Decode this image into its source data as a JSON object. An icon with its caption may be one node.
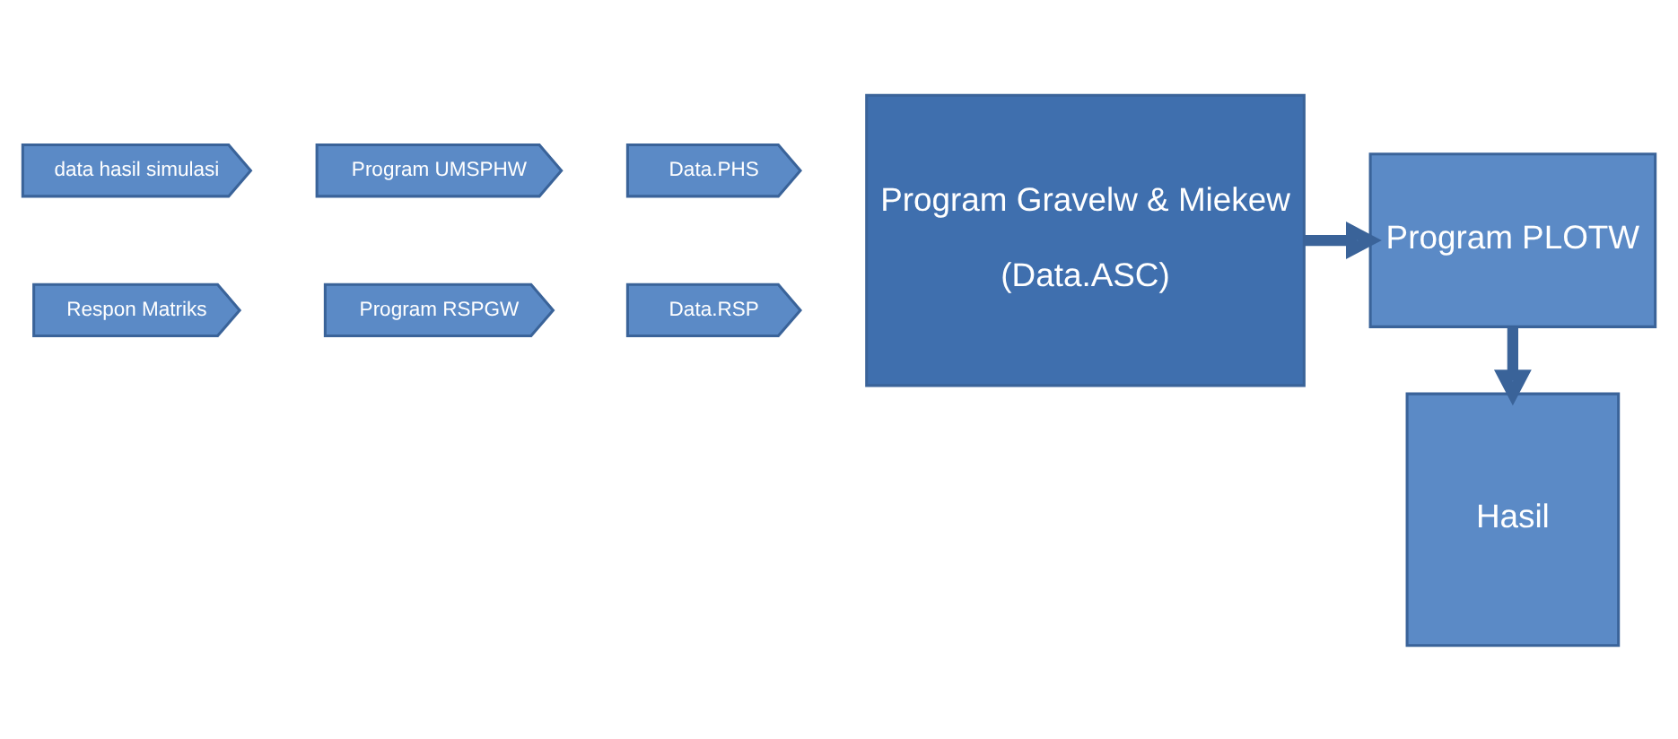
{
  "diagram": {
    "nodes": [
      {
        "text": [
          "data hasil simulasi"
        ]
      },
      {
        "text": [
          "Program UMSPHW"
        ]
      },
      {
        "text": [
          "Data.PHS"
        ]
      },
      {
        "text": [
          "Respon Matriks"
        ]
      },
      {
        "text": [
          "Program RSPGW"
        ]
      },
      {
        "text": [
          "Data.RSP"
        ]
      },
      {
        "text": [
          "Program Gravelw & Miekew",
          "(Data.ASC)"
        ]
      },
      {
        "text": [
          "Program PLOTW"
        ]
      },
      {
        "text": [
          "Hasil"
        ]
      }
    ],
    "edges": [
      {
        "from": 6,
        "to": 7,
        "arrow": "to"
      },
      {
        "from": 7,
        "to": 8,
        "arrow": "to"
      }
    ]
  }
}
